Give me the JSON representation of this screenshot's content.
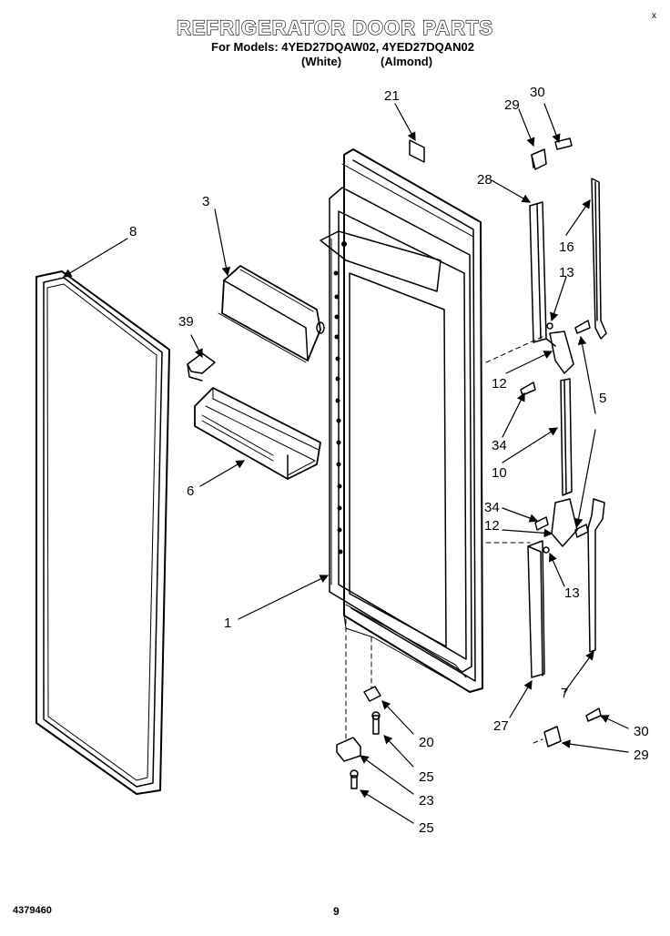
{
  "header": {
    "title": "REFRIGERATOR DOOR PARTS",
    "models_line": "For Models: 4YED27DQAW02, 4YED27DQAN02",
    "white_label": "(White)",
    "almond_label": "(Almond)"
  },
  "footer": {
    "doc_number": "4379460",
    "page_number": "9",
    "corner_mark": "x"
  },
  "callouts": {
    "c1": "1",
    "c3": "3",
    "c5": "5",
    "c6": "6",
    "c7": "7",
    "c8": "8",
    "c10": "10",
    "c12a": "12",
    "c12b": "12",
    "c13a": "13",
    "c13b": "13",
    "c16": "16",
    "c20": "20",
    "c21": "21",
    "c23": "23",
    "c25a": "25",
    "c25b": "25",
    "c27": "27",
    "c28": "28",
    "c29a": "29",
    "c29b": "29",
    "c30a": "30",
    "c30b": "30",
    "c34a": "34",
    "c34b": "34",
    "c39": "39"
  }
}
